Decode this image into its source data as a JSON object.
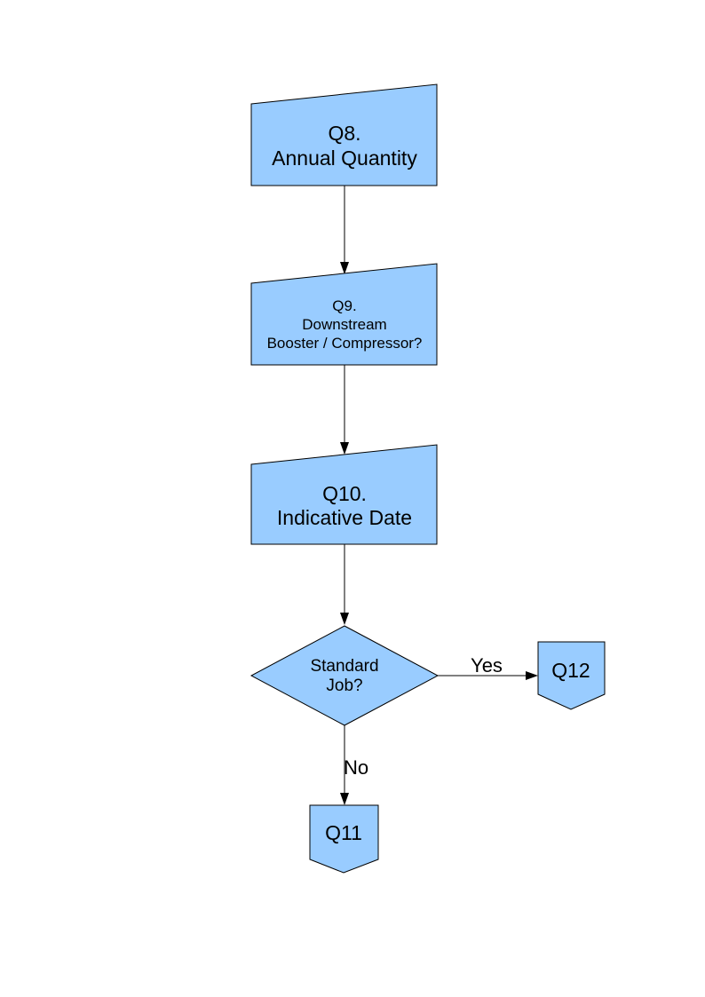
{
  "page": {
    "background": "#ffffff"
  },
  "flowchart": {
    "node_fill": "#99CCFF",
    "node_stroke": "#000000",
    "connector_color": "#000000",
    "nodes": {
      "q8": {
        "shape": "manual-input",
        "lines": [
          "Q8.",
          "Annual Quantity"
        ]
      },
      "q9": {
        "shape": "manual-input",
        "lines": [
          "Q9.",
          "Downstream",
          "Booster / Compressor?"
        ]
      },
      "q10": {
        "shape": "manual-input",
        "lines": [
          "Q10.",
          "Indicative Date"
        ]
      },
      "standard_job": {
        "shape": "decision",
        "lines": [
          "Standard",
          "Job?"
        ]
      },
      "q12": {
        "shape": "off-page-connector",
        "label": "Q12"
      },
      "q11": {
        "shape": "off-page-connector",
        "label": "Q11"
      }
    },
    "edge_labels": {
      "yes": "Yes",
      "no": "No"
    }
  }
}
